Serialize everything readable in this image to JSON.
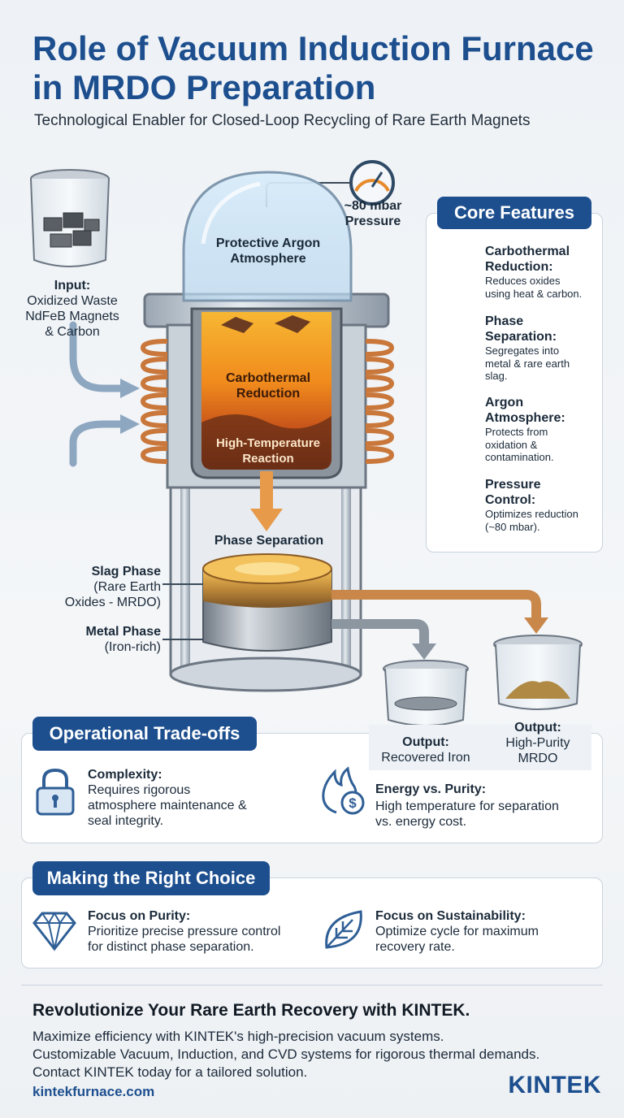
{
  "header": {
    "title": "Role of Vacuum Induction Furnace in MRDO Preparation",
    "subtitle": "Technological Enabler for Closed-Loop Recycling of Rare Earth Magnets"
  },
  "diagram": {
    "pressure_label": {
      "line1": "~80 mbar",
      "line2": "Pressure"
    },
    "argon_label": {
      "line1": "Protective Argon",
      "line2": "Atmosphere"
    },
    "input_label": {
      "title": "Input:",
      "line1": "Oxidized Waste",
      "line2": "NdFeB Magnets",
      "line3": "& Carbon"
    },
    "reduction_label": {
      "line1": "Carbothermal",
      "line2": "Reduction"
    },
    "reaction_label": {
      "line1": "High-Temperature",
      "line2": "Reaction"
    },
    "phase_separation_label": "Phase Separation",
    "slag_label": {
      "title": "Slag Phase",
      "line1": "(Rare Earth",
      "line2": "Oxides - MRDO)"
    },
    "metal_label": {
      "title": "Metal Phase",
      "line1": "(Iron-rich)"
    },
    "output_iron": {
      "title": "Output:",
      "line1": "Recovered Iron"
    },
    "output_mrdo": {
      "title": "Output:",
      "line1": "High-Purity",
      "line2": "MRDO"
    }
  },
  "core_features": {
    "heading": "Core Features",
    "items": [
      {
        "icon": "gear-icon",
        "title_l1": "Carbothermal",
        "title_l2": "Reduction:",
        "desc_l1": "Reduces oxides",
        "desc_l2": "using heat & carbon.",
        "desc_l3": ""
      },
      {
        "icon": "flask-icon",
        "title_l1": "Phase",
        "title_l2": "Separation:",
        "desc_l1": "Segregates into",
        "desc_l2": "metal & rare earth",
        "desc_l3": "slag."
      },
      {
        "icon": "shield-check-icon",
        "title_l1": "Argon",
        "title_l2": "Atmosphere:",
        "desc_l1": "Protects from",
        "desc_l2": "oxidation &",
        "desc_l3": "contamination."
      },
      {
        "icon": "gauge-icon",
        "title_l1": "Pressure",
        "title_l2": "Control:",
        "desc_l1": "Optimizes reduction",
        "desc_l2": "(~80 mbar).",
        "desc_l3": ""
      }
    ]
  },
  "tradeoffs": {
    "heading": "Operational Trade-offs",
    "items": [
      {
        "icon": "lock-icon",
        "title": "Complexity:",
        "desc_l1": "Requires rigorous",
        "desc_l2": "atmosphere maintenance &",
        "desc_l3": "seal integrity."
      },
      {
        "icon": "flame-dollar-icon",
        "title": "Energy vs. Purity:",
        "desc_l1": "High temperature for separation",
        "desc_l2": "vs. energy cost.",
        "desc_l3": ""
      }
    ]
  },
  "choice": {
    "heading": "Making the Right Choice",
    "items": [
      {
        "icon": "diamond-icon",
        "title": "Focus on Purity:",
        "desc_l1": "Prioritize precise pressure control",
        "desc_l2": "for distinct phase separation."
      },
      {
        "icon": "leaf-icon",
        "title": "Focus on Sustainability:",
        "desc_l1": "Optimize cycle for maximum",
        "desc_l2": "recovery rate."
      }
    ]
  },
  "cta": {
    "title": "Revolutionize Your Rare Earth Recovery with KINTEK.",
    "line1": "Maximize efficiency with KINTEK's high-precision vacuum systems.",
    "line2": "Customizable Vacuum, Induction, and CVD systems for rigorous thermal demands.",
    "line3": "Contact KINTEK today for a tailored solution.",
    "url": "kintekfurnace.com",
    "brand": "KINTEK"
  },
  "colors": {
    "primary": "#1d4f8f",
    "molten": "#f0a020",
    "copper": "#c9773a",
    "arrow": "#e79a4a"
  }
}
